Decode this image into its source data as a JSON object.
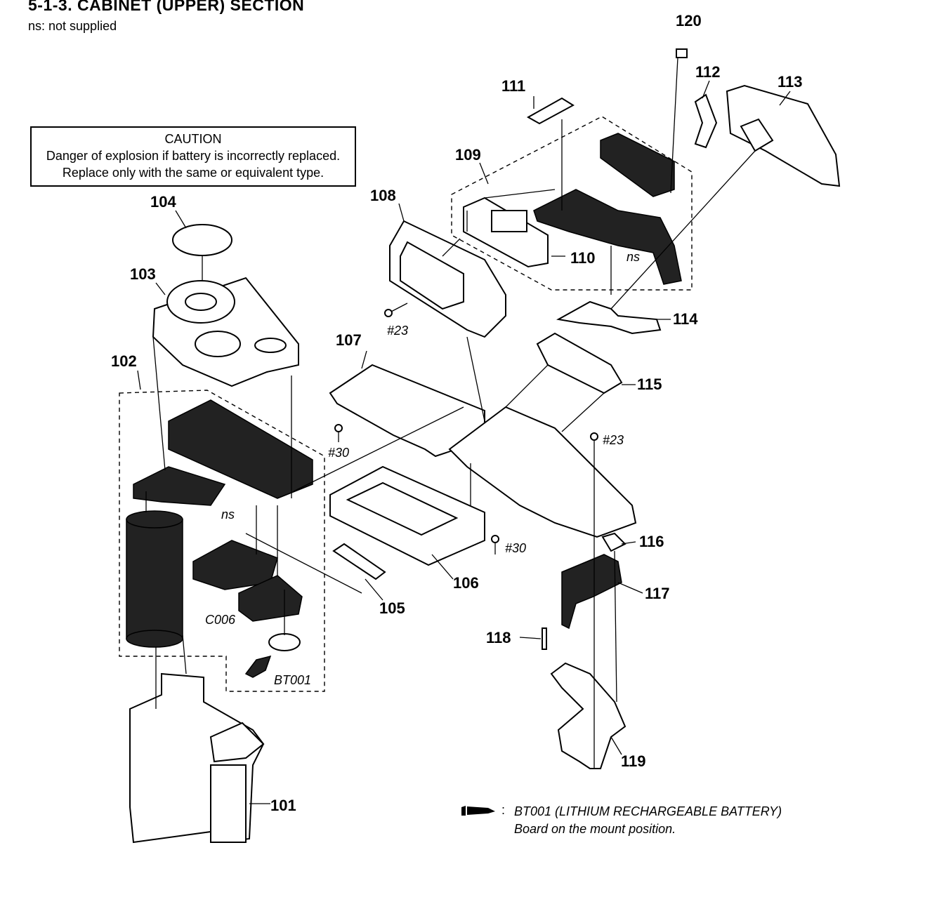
{
  "header": {
    "title": "5-1-3.   CABINET (UPPER)  SECTION",
    "subtitle": "ns: not supplied"
  },
  "caution": {
    "heading": "CAUTION",
    "line1": "Danger of explosion if battery is incorrectly replaced.",
    "line2": "Replace only with the same or equivalent type."
  },
  "parts": {
    "p101": "101",
    "p102": "102",
    "p103": "103",
    "p104": "104",
    "p105": "105",
    "p106": "106",
    "p107": "107",
    "p108": "108",
    "p109": "109",
    "p110": "110",
    "p111": "111",
    "p112": "112",
    "p113": "113",
    "p114": "114",
    "p115": "115",
    "p116": "116",
    "p117": "117",
    "p118": "118",
    "p119": "119",
    "p120": "120"
  },
  "inline_labels": {
    "screw23_a": "#23",
    "screw23_b": "#23",
    "screw30_a": "#30",
    "screw30_b": "#30",
    "ns_a": "ns",
    "ns_b": "ns",
    "c006": "C006",
    "bt001": "BT001"
  },
  "footnote": {
    "colon": ":",
    "line1": "BT001 (LITHIUM RECHARGEABLE BATTERY)",
    "line2": "Board on the mount position."
  }
}
